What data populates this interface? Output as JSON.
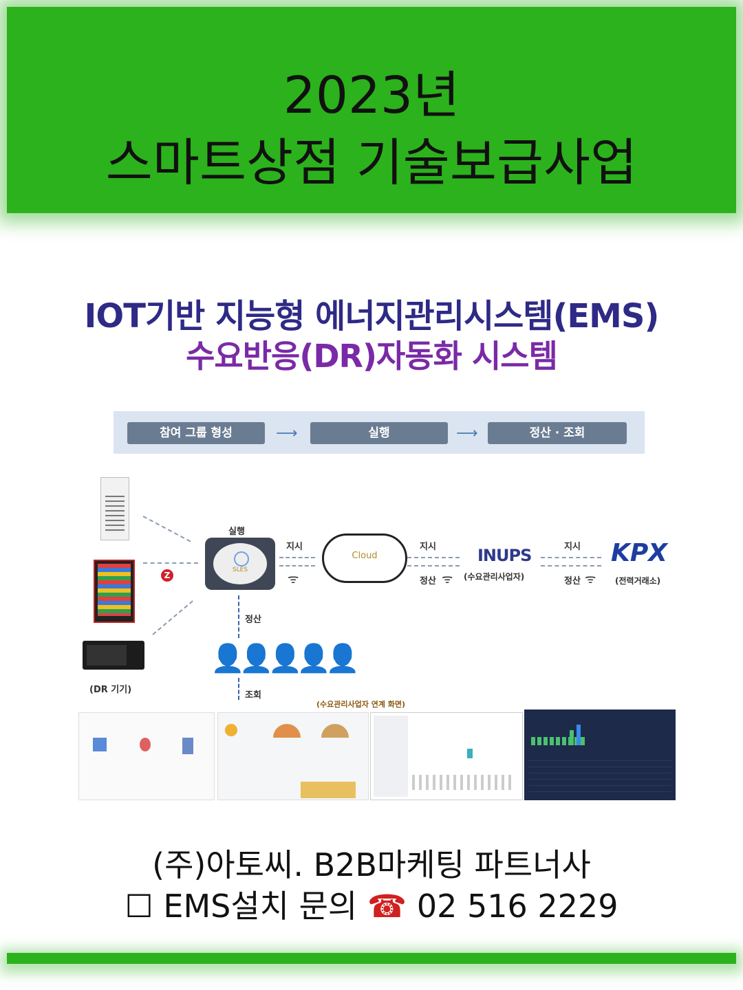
{
  "banner": {
    "line1": "2023년",
    "line2": "스마트상점 기술보급사업"
  },
  "title": {
    "line1": "IOT기반 지능형 에너지관리시스템(EMS)",
    "line2": "수요반응(DR)자동화 시스템"
  },
  "flow": {
    "steps": [
      "참여 그룹 형성",
      "실행",
      "정산 · 조회"
    ]
  },
  "diagram": {
    "exec_label": "실행",
    "device_name": "SLES",
    "cloud_label": "Cloud",
    "instruct": "지시",
    "settle": "정산",
    "inquiry": "조회",
    "dr_devices": "(DR 기기)",
    "inups": "INUPS",
    "inups_sub": "(수요관리사업자)",
    "kpx": "KPX",
    "kpx_sub": "(전력거래소)",
    "screens_caption": "(수요관리사업자 연계 화면)"
  },
  "footer": {
    "line1": "(주)아토씨.  B2B마케팅 파트너사",
    "checkbox": "☐",
    "line2": "EMS설치 문의",
    "phone_icon": "☎",
    "phone": "02 516 2229"
  },
  "colors": {
    "banner": "#2cb21c",
    "title1": "#2e2a86",
    "title2": "#7a2aa6"
  }
}
